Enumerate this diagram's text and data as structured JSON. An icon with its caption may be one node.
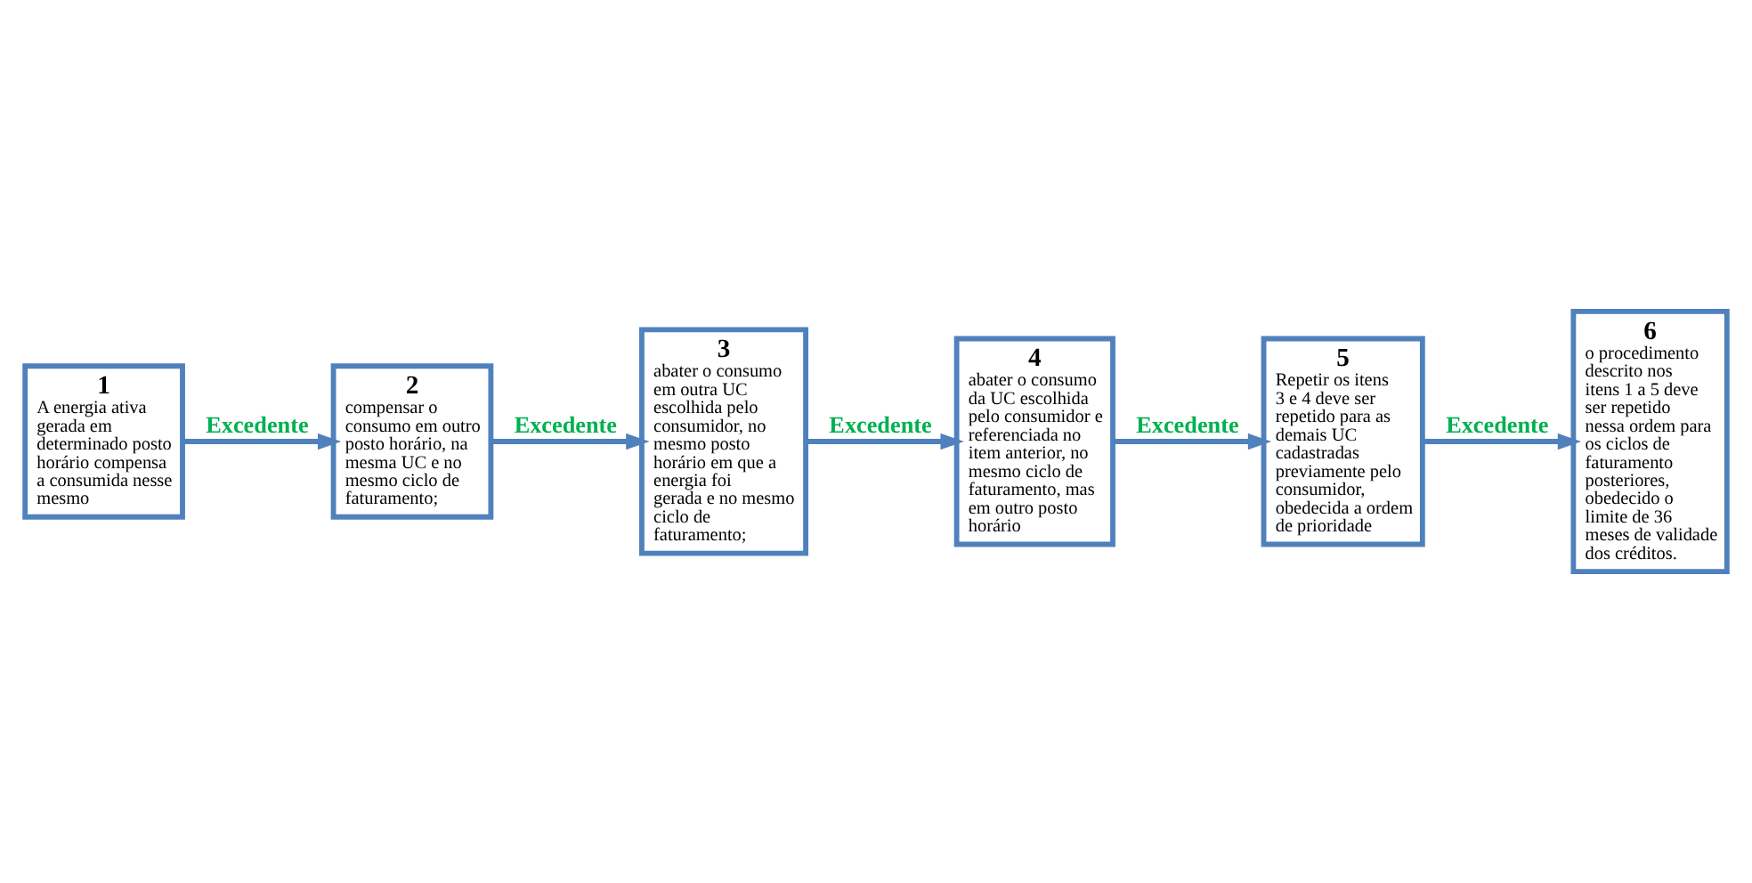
{
  "diagram": {
    "nodes": [
      {
        "text": [
          "1",
          "A energia ativa gerada em determinado posto horário compensa a consumida nesse mesmo"
        ]
      },
      {
        "text": [
          "2",
          "compensar o consumo em outro posto horário, na mesma UC e no mesmo ciclo de faturamento;"
        ]
      },
      {
        "text": [
          "3",
          "abater o consumo em outra UC escolhida pelo consumidor, no mesmo posto horário em que a energia foi gerada e no mesmo ciclo de faturamento;"
        ]
      },
      {
        "text": [
          "4",
          "abater o consumo da UC escolhida pelo consumidor e referenciada no item anterior, no mesmo ciclo de faturamento, mas em outro posto horário"
        ]
      },
      {
        "text": [
          "5",
          "Repetir os itens 3 e 4 deve ser repetido para as demais UC cadastradas previamente pelo consumidor, obedecida a ordem de prioridade"
        ]
      },
      {
        "text": [
          "6",
          "o procedimento descrito nos itens 1 a 5 deve ser repetido nessa ordem para os ciclos de faturamento posteriores, obedecido o limite de 36 meses de validade dos créditos."
        ]
      }
    ],
    "edges": [
      {
        "from": 0,
        "to": 1,
        "arrow": "to",
        "label": "Excedente"
      },
      {
        "from": 1,
        "to": 2,
        "arrow": "to",
        "label": "Excedente"
      },
      {
        "from": 2,
        "to": 3,
        "arrow": "to",
        "label": "Excedente"
      },
      {
        "from": 3,
        "to": 4,
        "arrow": "to",
        "label": "Excedente"
      },
      {
        "from": 4,
        "to": 5,
        "arrow": "to",
        "label": "Excedente"
      }
    ]
  }
}
